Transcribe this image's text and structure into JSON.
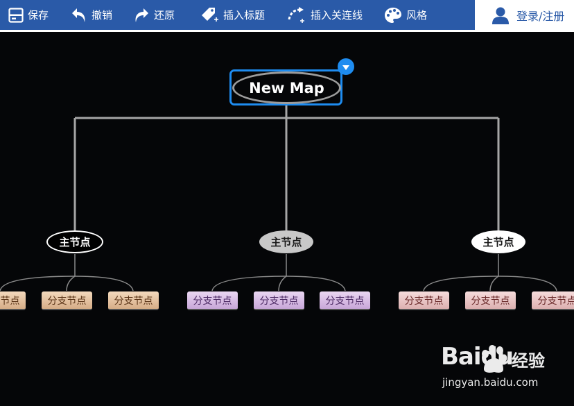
{
  "toolbar": {
    "save": "保存",
    "undo": "撤销",
    "redo": "还原",
    "insert_title": "插入标题",
    "insert_link": "插入关连线",
    "style": "风格",
    "login": "登录/注册",
    "colors": {
      "bar": "#2a5aa8",
      "accent": "#1e8cf0"
    }
  },
  "mindmap": {
    "root": "New Map",
    "main_nodes": [
      "主节点",
      "主节点",
      "主节点"
    ],
    "branches_left": [
      "分支节点",
      "分支节点",
      "分支节点"
    ],
    "branches_mid": [
      "分支节点",
      "分支节点",
      "分支节点"
    ],
    "branches_right": [
      "分支节点",
      "分支节点",
      "分支节点"
    ]
  },
  "watermark": {
    "logo": "Baidu",
    "jingyan": "经验",
    "url": "jingyan.baidu.com"
  }
}
